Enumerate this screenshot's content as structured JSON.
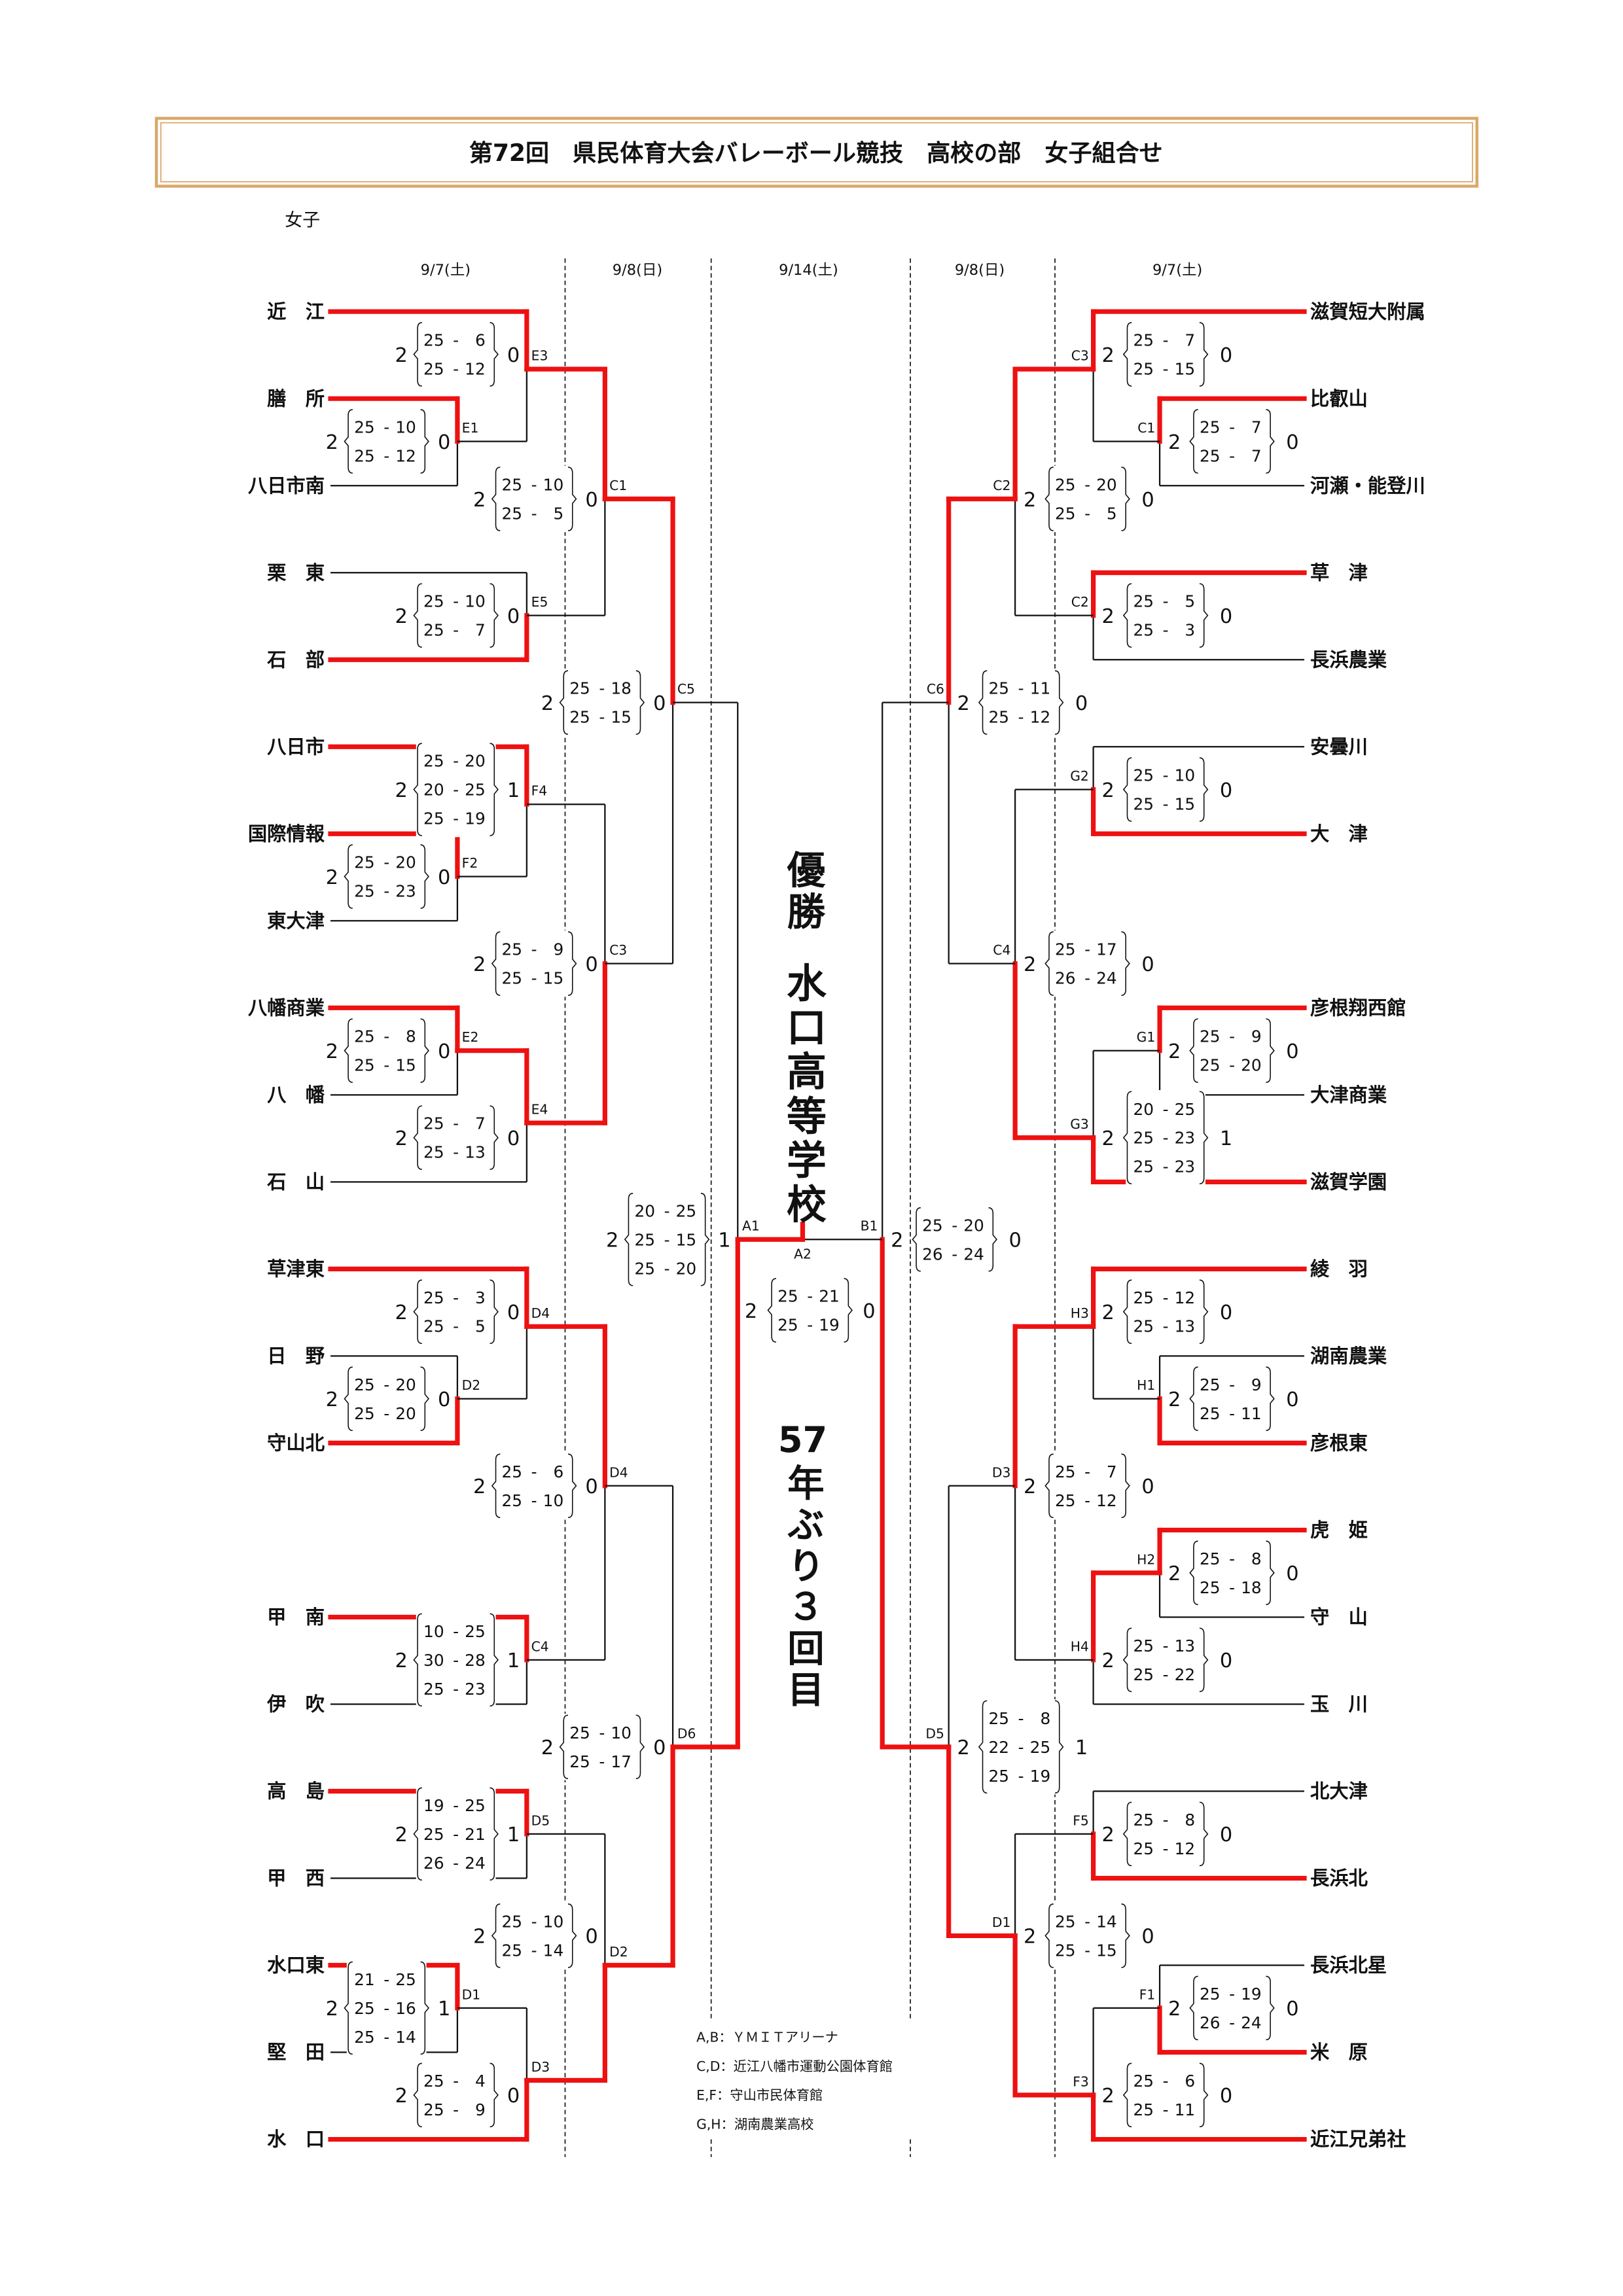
{
  "title": "第72回　県民体育大会バレーボール競技　高校の部　女子組合せ",
  "division": "女子",
  "dates": [
    "9/7(土)",
    "9/8(日)",
    "9/14(土)",
    "9/8(日)",
    "9/7(土)"
  ],
  "teams_left": [
    "近　江",
    "膳　所",
    "八日市南",
    "栗　東",
    "石　部",
    "八日市",
    "国際情報",
    "東大津",
    "八幡商業",
    "八　幡",
    "石　山",
    "草津東",
    "日　野",
    "守山北",
    "甲　南",
    "伊　吹",
    "高　島",
    "甲　西",
    "水口東",
    "堅　田",
    "水　口"
  ],
  "teams_right": [
    "滋賀短大附属",
    "比叡山",
    "河瀬・能登川",
    "草　津",
    "長浜農業",
    "安曇川",
    "大　津",
    "彦根翔西館",
    "大津商業",
    "滋賀学園",
    "綾　羽",
    "湖南農業",
    "彦根東",
    "虎　姫",
    "守　山",
    "玉　川",
    "北大津",
    "長浜北",
    "長浜北星",
    "米　原",
    "近江兄弟社"
  ],
  "matches": [
    {
      "label": "E1",
      "winner": "top",
      "sets": [
        "2",
        "0"
      ],
      "scores": [
        [
          "25",
          "10"
        ],
        [
          "25",
          "12"
        ]
      ]
    },
    {
      "label": "E3",
      "winner": "top",
      "sets": [
        "2",
        "0"
      ],
      "scores": [
        [
          "25",
          "6"
        ],
        [
          "25",
          "12"
        ]
      ]
    },
    {
      "label": "E5",
      "winner": "bottom",
      "sets": [
        "2",
        "0"
      ],
      "scores": [
        [
          "25",
          "10"
        ],
        [
          "25",
          "7"
        ]
      ]
    },
    {
      "label": "C1",
      "winner": "top",
      "sets": [
        "2",
        "0"
      ],
      "scores": [
        [
          "25",
          "10"
        ],
        [
          "25",
          "5"
        ]
      ]
    },
    {
      "label": "F2",
      "winner": "top",
      "sets": [
        "2",
        "0"
      ],
      "scores": [
        [
          "25",
          "20"
        ],
        [
          "25",
          "23"
        ]
      ]
    },
    {
      "label": "F4",
      "winner": "top",
      "sets": [
        "2",
        "1"
      ],
      "scores": [
        [
          "25",
          "20"
        ],
        [
          "20",
          "25"
        ],
        [
          "25",
          "19"
        ]
      ]
    },
    {
      "label": "E2",
      "winner": "top",
      "sets": [
        "2",
        "0"
      ],
      "scores": [
        [
          "25",
          "8"
        ],
        [
          "25",
          "15"
        ]
      ]
    },
    {
      "label": "E4",
      "winner": "top",
      "sets": [
        "2",
        "0"
      ],
      "scores": [
        [
          "25",
          "7"
        ],
        [
          "25",
          "13"
        ]
      ]
    },
    {
      "label": "C3",
      "winner": "bottom",
      "sets": [
        "2",
        "0"
      ],
      "scores": [
        [
          "25",
          "9"
        ],
        [
          "25",
          "15"
        ]
      ]
    },
    {
      "label": "C5",
      "winner": "top",
      "sets": [
        "2",
        "0"
      ],
      "scores": [
        [
          "25",
          "18"
        ],
        [
          "25",
          "15"
        ]
      ]
    },
    {
      "label": "D2",
      "winner": "bottom",
      "sets": [
        "2",
        "0"
      ],
      "scores": [
        [
          "25",
          "20"
        ],
        [
          "25",
          "20"
        ]
      ]
    },
    {
      "label": "D4",
      "winner": "top",
      "sets": [
        "2",
        "0"
      ],
      "scores": [
        [
          "25",
          "3"
        ],
        [
          "25",
          "5"
        ]
      ]
    },
    {
      "label": "C4",
      "winner": "top",
      "sets": [
        "2",
        "1"
      ],
      "scores": [
        [
          "10",
          "25"
        ],
        [
          "30",
          "28"
        ],
        [
          "25",
          "23"
        ]
      ]
    },
    {
      "label": "D4",
      "winner": "top",
      "sets": [
        "2",
        "0"
      ],
      "scores": [
        [
          "25",
          "6"
        ],
        [
          "25",
          "10"
        ]
      ]
    },
    {
      "label": "D5",
      "winner": "top",
      "sets": [
        "2",
        "1"
      ],
      "scores": [
        [
          "19",
          "25"
        ],
        [
          "25",
          "21"
        ],
        [
          "26",
          "24"
        ]
      ]
    },
    {
      "label": "D1",
      "winner": "top",
      "sets": [
        "2",
        "1"
      ],
      "scores": [
        [
          "21",
          "25"
        ],
        [
          "25",
          "16"
        ],
        [
          "25",
          "14"
        ]
      ]
    },
    {
      "label": "D3",
      "winner": "bottom",
      "sets": [
        "2",
        "0"
      ],
      "scores": [
        [
          "25",
          "4"
        ],
        [
          "25",
          "9"
        ]
      ]
    },
    {
      "label": "D2",
      "winner": "bottom",
      "sets": [
        "2",
        "0"
      ],
      "scores": [
        [
          "25",
          "10"
        ],
        [
          "25",
          "14"
        ]
      ]
    },
    {
      "label": "D6",
      "winner": "bottom",
      "sets": [
        "2",
        "0"
      ],
      "scores": [
        [
          "25",
          "10"
        ],
        [
          "25",
          "17"
        ]
      ]
    },
    {
      "label": "A1",
      "winner": "bottom",
      "sets": [
        "2",
        "1"
      ],
      "scores": [
        [
          "20",
          "25"
        ],
        [
          "25",
          "15"
        ],
        [
          "25",
          "20"
        ]
      ]
    },
    {
      "label": "C1",
      "winner": "top",
      "sets": [
        "2",
        "0"
      ],
      "scores": [
        [
          "25",
          "7"
        ],
        [
          "25",
          "7"
        ]
      ]
    },
    {
      "label": "C3",
      "winner": "top",
      "sets": [
        "2",
        "0"
      ],
      "scores": [
        [
          "25",
          "7"
        ],
        [
          "25",
          "15"
        ]
      ]
    },
    {
      "label": "C2",
      "winner": "top",
      "sets": [
        "2",
        "0"
      ],
      "scores": [
        [
          "25",
          "5"
        ],
        [
          "25",
          "3"
        ]
      ]
    },
    {
      "label": "C2",
      "winner": "top",
      "sets": [
        "2",
        "0"
      ],
      "scores": [
        [
          "25",
          "20"
        ],
        [
          "25",
          "5"
        ]
      ]
    },
    {
      "label": "G2",
      "winner": "bottom",
      "sets": [
        "2",
        "0"
      ],
      "scores": [
        [
          "25",
          "10"
        ],
        [
          "25",
          "15"
        ]
      ]
    },
    {
      "label": "G1",
      "winner": "top",
      "sets": [
        "2",
        "0"
      ],
      "scores": [
        [
          "25",
          "9"
        ],
        [
          "25",
          "20"
        ]
      ]
    },
    {
      "label": "G3",
      "winner": "bottom",
      "sets": [
        "2",
        "1"
      ],
      "scores": [
        [
          "20",
          "25"
        ],
        [
          "25",
          "23"
        ],
        [
          "25",
          "23"
        ]
      ]
    },
    {
      "label": "C4",
      "winner": "bottom",
      "sets": [
        "2",
        "0"
      ],
      "scores": [
        [
          "25",
          "17"
        ],
        [
          "26",
          "24"
        ]
      ]
    },
    {
      "label": "C6",
      "winner": "top",
      "sets": [
        "2",
        "0"
      ],
      "scores": [
        [
          "25",
          "11"
        ],
        [
          "25",
          "12"
        ]
      ]
    },
    {
      "label": "H1",
      "winner": "bottom",
      "sets": [
        "2",
        "0"
      ],
      "scores": [
        [
          "25",
          "9"
        ],
        [
          "25",
          "11"
        ]
      ]
    },
    {
      "label": "H3",
      "winner": "top",
      "sets": [
        "2",
        "0"
      ],
      "scores": [
        [
          "25",
          "12"
        ],
        [
          "25",
          "13"
        ]
      ]
    },
    {
      "label": "H2",
      "winner": "top",
      "sets": [
        "2",
        "0"
      ],
      "scores": [
        [
          "25",
          "8"
        ],
        [
          "25",
          "18"
        ]
      ]
    },
    {
      "label": "H4",
      "winner": "top",
      "sets": [
        "2",
        "0"
      ],
      "scores": [
        [
          "25",
          "13"
        ],
        [
          "25",
          "22"
        ]
      ]
    },
    {
      "label": "D3",
      "winner": "top",
      "sets": [
        "2",
        "0"
      ],
      "scores": [
        [
          "25",
          "7"
        ],
        [
          "25",
          "12"
        ]
      ]
    },
    {
      "label": "F5",
      "winner": "bottom",
      "sets": [
        "2",
        "0"
      ],
      "scores": [
        [
          "25",
          "8"
        ],
        [
          "25",
          "12"
        ]
      ]
    },
    {
      "label": "F1",
      "winner": "bottom",
      "sets": [
        "2",
        "0"
      ],
      "scores": [
        [
          "25",
          "19"
        ],
        [
          "26",
          "24"
        ]
      ]
    },
    {
      "label": "F3",
      "winner": "bottom",
      "sets": [
        "2",
        "0"
      ],
      "scores": [
        [
          "25",
          "6"
        ],
        [
          "25",
          "11"
        ]
      ]
    },
    {
      "label": "D1",
      "winner": "bottom",
      "sets": [
        "2",
        "0"
      ],
      "scores": [
        [
          "25",
          "14"
        ],
        [
          "25",
          "15"
        ]
      ]
    },
    {
      "label": "D5",
      "winner": "bottom",
      "sets": [
        "2",
        "1"
      ],
      "scores": [
        [
          "25",
          "8"
        ],
        [
          "22",
          "25"
        ],
        [
          "25",
          "19"
        ]
      ]
    },
    {
      "label": "B1",
      "winner": "bottom",
      "sets": [
        "2",
        "0"
      ],
      "scores": [
        [
          "25",
          "20"
        ],
        [
          "26",
          "24"
        ]
      ]
    }
  ],
  "final": {
    "label": "A2",
    "winner": "left",
    "sets": [
      "2",
      "0"
    ],
    "scores": [
      [
        "25",
        "21"
      ],
      [
        "25",
        "19"
      ]
    ]
  },
  "champion": {
    "heading": "優勝",
    "school": "水口高等学校",
    "years_number": "57",
    "years_suffix": "年ぶり３回目"
  },
  "venues": [
    "A,B：ＹＭＩＴアリーナ",
    "C,D：近江八幡市運動公園体育館",
    "E,F：守山市民体育館",
    "G,H：湖南農業高校"
  ],
  "colors": {
    "winner_line": "#ee1111",
    "title_frame": "#d9a868"
  }
}
